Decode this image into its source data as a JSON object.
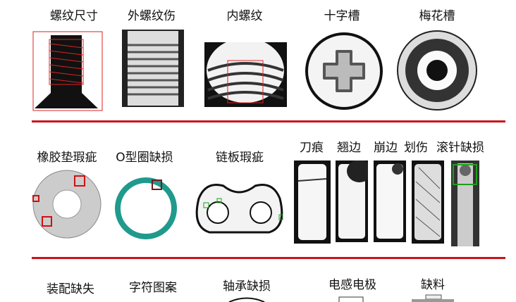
{
  "row1": [
    "螺纹尺寸",
    "外螺纹伤",
    "内螺纹",
    "十字槽",
    "梅花槽"
  ],
  "row2": [
    "橡胶垫瑕疵",
    "O型圈缺损",
    "链板瑕疵"
  ],
  "row2b": [
    "刀痕",
    "翘边",
    "崩边",
    "划伤",
    "滚针缺损"
  ],
  "row3": [
    "装配缺失",
    "字符图案",
    "轴承缺损",
    "电感电极",
    "缺料"
  ],
  "colors": {
    "divider": "#c8151b",
    "defect_box_red": "#d01010",
    "defect_box_green": "#1aa01a",
    "oring": "#1f9a8c"
  }
}
